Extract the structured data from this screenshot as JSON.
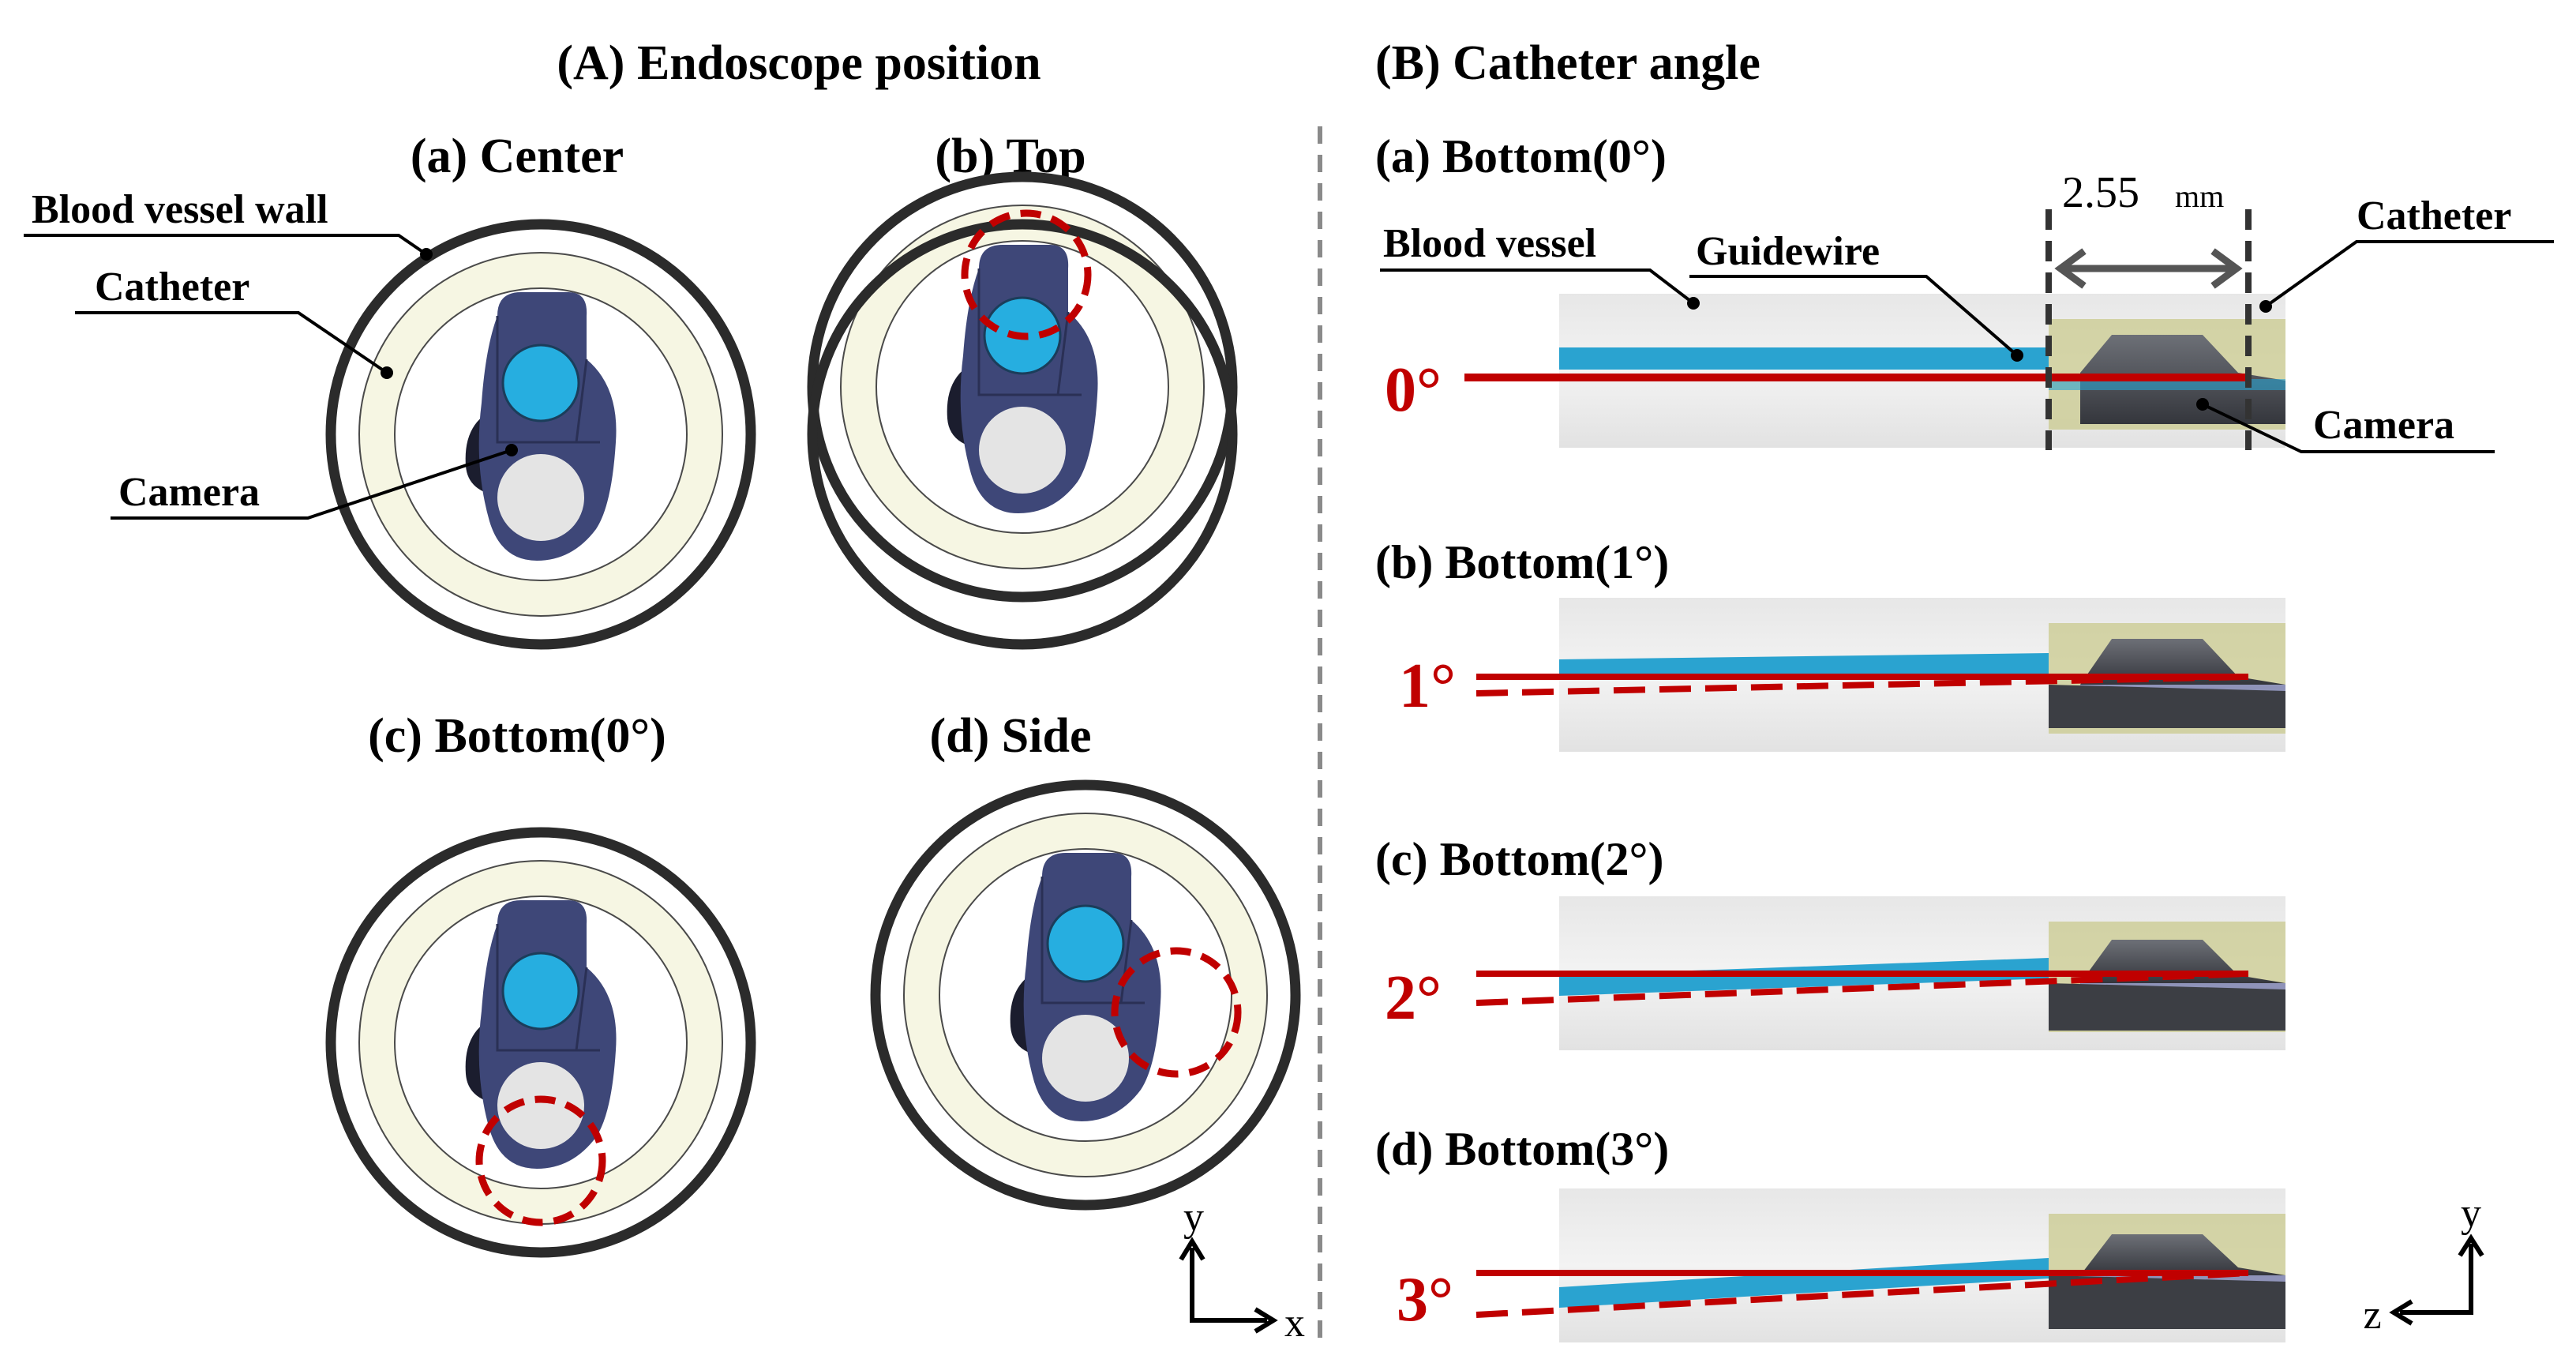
{
  "panel_a": {
    "title": "(A) Endoscope position",
    "views": [
      {
        "label": "(a) Center"
      },
      {
        "label": "(b) Top"
      },
      {
        "label": "(c) Bottom(0°)"
      },
      {
        "label": "(d) Side"
      }
    ],
    "callouts": {
      "wall": "Blood vessel wall",
      "catheter": "Catheter",
      "camera": "Camera"
    },
    "axes": {
      "y": "y",
      "x": "x"
    }
  },
  "panel_b": {
    "title": "(B) Catheter angle",
    "views": [
      {
        "label": "(a) Bottom(0°)",
        "angle": "0°"
      },
      {
        "label": "(b) Bottom(1°)",
        "angle": "1°"
      },
      {
        "label": "(c) Bottom(2°)",
        "angle": "2°"
      },
      {
        "label": "(d) Bottom(3°)",
        "angle": "3°"
      }
    ],
    "callouts": {
      "vessel": "Blood vessel",
      "guidewire": "Guidewire",
      "catheter": "Catheter",
      "camera": "Camera"
    },
    "dimension": {
      "value": "2.55",
      "unit": "mm"
    },
    "axes": {
      "y": "y",
      "z": "z"
    }
  },
  "colors": {
    "marker": "#c00000",
    "vessel_wall": "#2b2b2b",
    "catheter_ring": "#f6f6e3",
    "endoscope": "#3e4778",
    "lens": "#26aee0",
    "light": "#e4e4e4",
    "guidewire": "#2aa3d0"
  }
}
